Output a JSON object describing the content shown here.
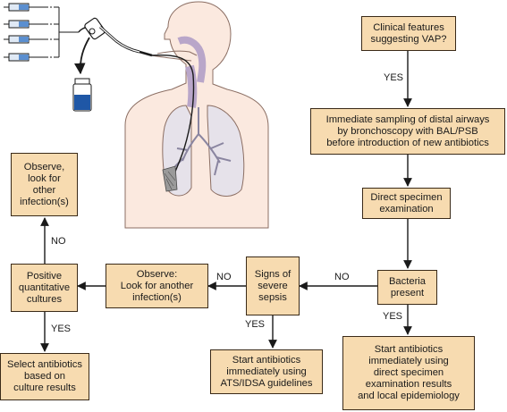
{
  "boxes": {
    "clinical_features": "Clinical features\nsuggesting VAP?",
    "immediate_sampling": "Immediate sampling of distal airways\nby bronchoscopy with BAL/PSB\nbefore introduction of new antibiotics",
    "direct_specimen": "Direct specimen\nexamination",
    "bacteria_present": "Bacteria\npresent",
    "signs_sepsis": "Signs of\nsevere\nsepsis",
    "observe_another": "Observe:\nLook for another\ninfection(s)",
    "positive_cultures": "Positive\nquantitative\ncultures",
    "observe_other": "Observe,\nlook for\nother\ninfection(s)",
    "select_antibiotics": "Select antibiotics\nbased on\nculture results",
    "start_ats": "Start antibiotics\nimmediately using\nATS/IDSA guidelines",
    "start_direct": "Start antibiotics\nimmediately using\ndirect specimen\nexamination results\nand local epidemiology"
  },
  "edge_labels": {
    "yes_1": "YES",
    "no_bacteria": "NO",
    "yes_bacteria": "YES",
    "no_sepsis": "NO",
    "yes_sepsis": "YES",
    "no_cultures": "NO",
    "yes_cultures": "YES"
  },
  "colors": {
    "box_fill": "#f7dbb0",
    "box_border": "#3a2a18",
    "body_fill": "#fbe9df",
    "lung_fill": "#e6e2ea",
    "syringe_blue": "#5b8fd0",
    "tube_blue": "#1f57a6"
  }
}
